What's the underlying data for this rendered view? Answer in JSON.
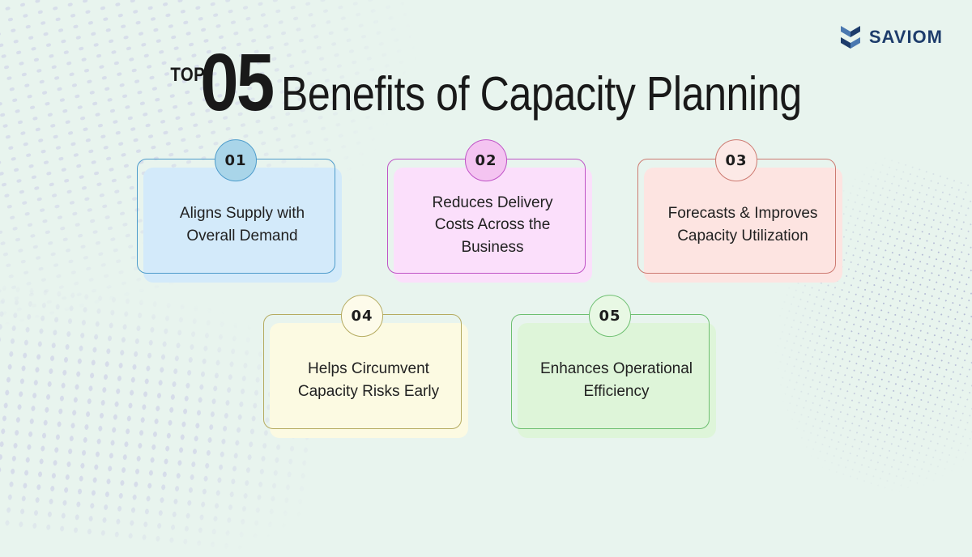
{
  "title": {
    "prefix": "TOP",
    "number": "05",
    "main": "Benefits of Capacity Planning"
  },
  "logo": {
    "text": "SAVIOM"
  },
  "colors": {
    "background": "#e8f4ee",
    "halftone_dot": "#d3d8e9",
    "fine_dot": "#a9afcf",
    "title_text": "#191919",
    "card_text": "#212121",
    "logo_navy": "#1d3c6b",
    "logo_blue": "#4a78b0"
  },
  "cards": [
    {
      "number": "01",
      "label": "Aligns Supply with\nOverall Demand",
      "fill": "#d3eafa",
      "border": "#4e9ccb",
      "badge_fill": "#a9d5e9"
    },
    {
      "number": "02",
      "label": "Reduces Delivery\nCosts Across the\nBusiness",
      "fill": "#fbdffb",
      "border": "#bf53c6",
      "badge_fill": "#f4c4f1"
    },
    {
      "number": "03",
      "label": "Forecasts & Improves\nCapacity Utilization",
      "fill": "#fde4e1",
      "border": "#cd7a71",
      "badge_fill": "#fce9e6"
    },
    {
      "number": "04",
      "label": "Helps Circumvent\nCapacity Risks Early",
      "fill": "#fcfae2",
      "border": "#b5ab60",
      "badge_fill": "#fdfbea"
    },
    {
      "number": "05",
      "label": "Enhances Operational\nEfficiency",
      "fill": "#def5d9",
      "border": "#6dbf70",
      "badge_fill": "#e8f8e4"
    }
  ]
}
